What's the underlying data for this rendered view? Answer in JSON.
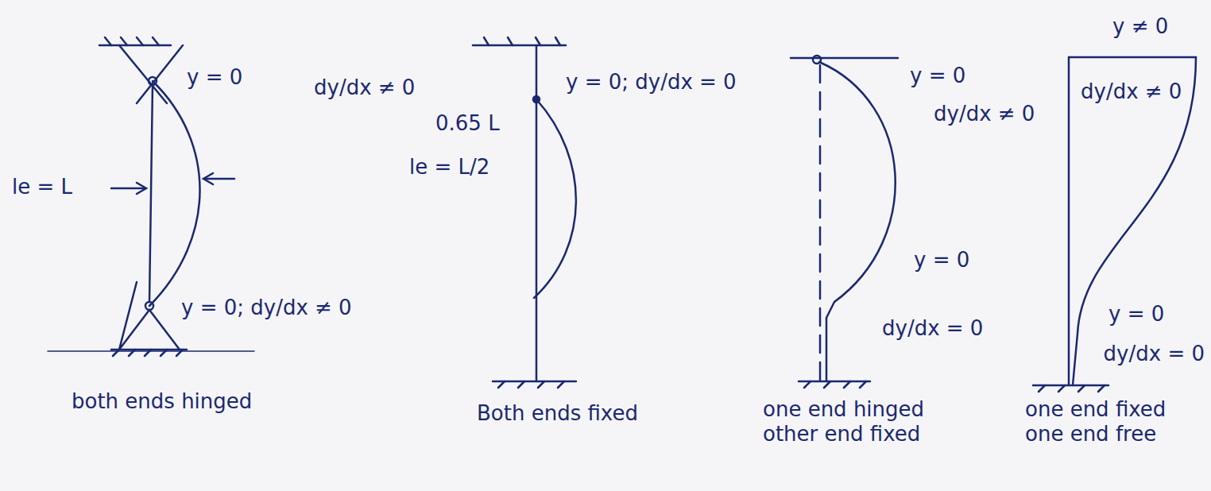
{
  "diagram": {
    "labels": [
      "y = 0",
      "dy/dx ≠ 0",
      "le = L",
      "y = 0; dy/dx ≠ 0",
      "both ends hinged",
      "0.65 L",
      "le = L/2",
      "y = 0; dy/dx = 0",
      "Both ends fixed",
      "y = 0",
      "dy/dx ≠ 0",
      "y = 0",
      "dy/dx = 0",
      "one end hinged other end fixed",
      "y ≠ 0",
      "dy/dx ≠ 0",
      "y = 0",
      "dy/dx = 0",
      "one end fixed one end free"
    ]
  }
}
